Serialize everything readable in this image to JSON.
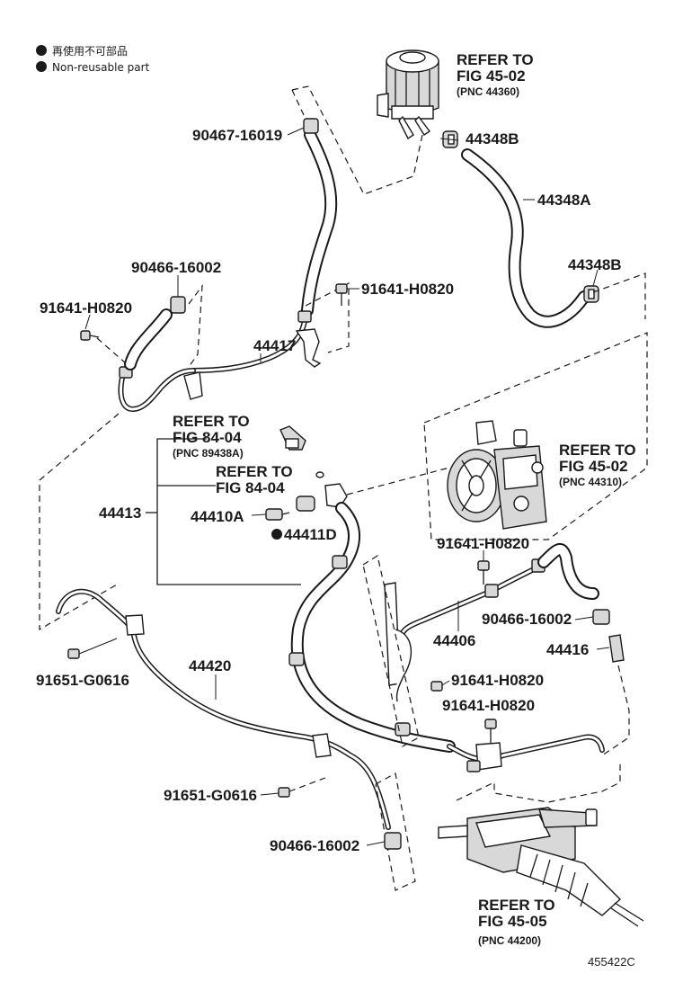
{
  "legend": {
    "items": [
      {
        "text": "再使用不可部品"
      },
      {
        "text": "Non-reusable part"
      }
    ]
  },
  "references": {
    "reservoir": {
      "line1": "REFER TO",
      "line2": "FIG 45-02",
      "line3": "(PNC 44360)"
    },
    "pump": {
      "line1": "REFER TO",
      "line2": "FIG 45-02",
      "line3": "(PNC 44310)"
    },
    "sensor": {
      "line1": "REFER TO",
      "line2": "FIG 84-04",
      "line3": "(PNC 89438A)"
    },
    "sensor2": {
      "line1": "REFER TO",
      "line2": "FIG 84-04"
    },
    "gear": {
      "line1": "REFER TO",
      "line2": "FIG 45-05",
      "line3": "(PNC 44200)"
    }
  },
  "parts": {
    "p90467_16019": "90467-16019",
    "p44348B_top": "44348B",
    "p44348A": "44348A",
    "p44348B_bottom": "44348B",
    "p90466_16002_top": "90466-16002",
    "p91641_H0820_left": "91641-H0820",
    "p91641_H0820_mid": "91641-H0820",
    "p44417": "44417",
    "p44413": "44413",
    "p44410A": "44410A",
    "p44411D": "44411D",
    "p91641_H0820_right": "91641-H0820",
    "p44406": "44406",
    "p90466_16002_right": "90466-16002",
    "p44416": "44416",
    "p91641_H0820_low1": "91641-H0820",
    "p91641_H0820_low2": "91641-H0820",
    "p91651_G0616_left": "91651-G0616",
    "p44420": "44420",
    "p91651_G0616_bottom": "91651-G0616",
    "p90466_16002_bottom": "90466-16002"
  },
  "illustration_number": "455422C"
}
